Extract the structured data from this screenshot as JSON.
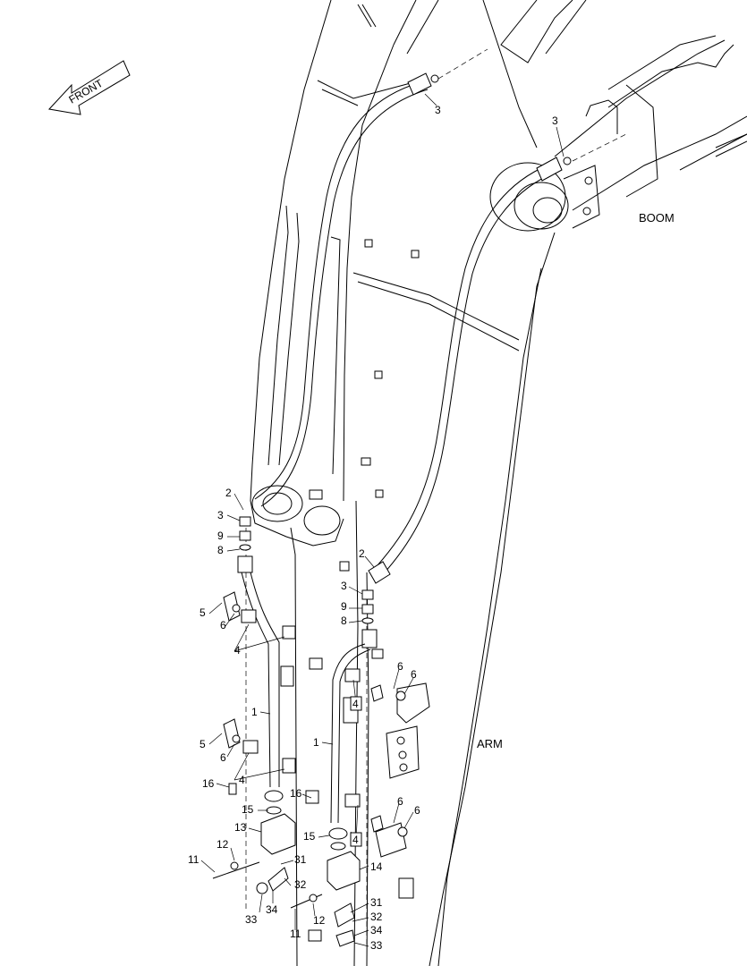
{
  "direction_arrow": {
    "label": "FRONT"
  },
  "regions": {
    "boom": "BOOM",
    "arm": "ARM"
  },
  "callouts": {
    "c3_top_a": "3",
    "c3_top_b": "3",
    "c2_left": "2",
    "c3_left": "3",
    "c9_left": "9",
    "c8_left": "8",
    "c5_left_top": "5",
    "c6_left_top": "6",
    "c4_left_top": "4",
    "c1_left": "1",
    "c5_left_bot": "5",
    "c6_left_bot": "6",
    "c4_left_bot": "4",
    "c16_left": "16",
    "c15_left": "15",
    "c13": "13",
    "c12_left": "12",
    "c11_left": "11",
    "c31_left": "31",
    "c32_left": "32",
    "c33_left": "33",
    "c34_left": "34",
    "c2_right": "2",
    "c3_right": "3",
    "c9_right": "9",
    "c8_right": "8",
    "c6_right_a": "6",
    "c6_right_b": "6",
    "c4_right_top": "4",
    "c1_right": "1",
    "c16_right": "16",
    "c6_right_c": "6",
    "c6_right_d": "6",
    "c15_right": "15",
    "c4_right_bot": "4",
    "c14": "14",
    "c31_right": "31",
    "c32_right": "32",
    "c34_right": "34",
    "c33_right": "33",
    "c12_right": "12",
    "c11_right": "11"
  }
}
